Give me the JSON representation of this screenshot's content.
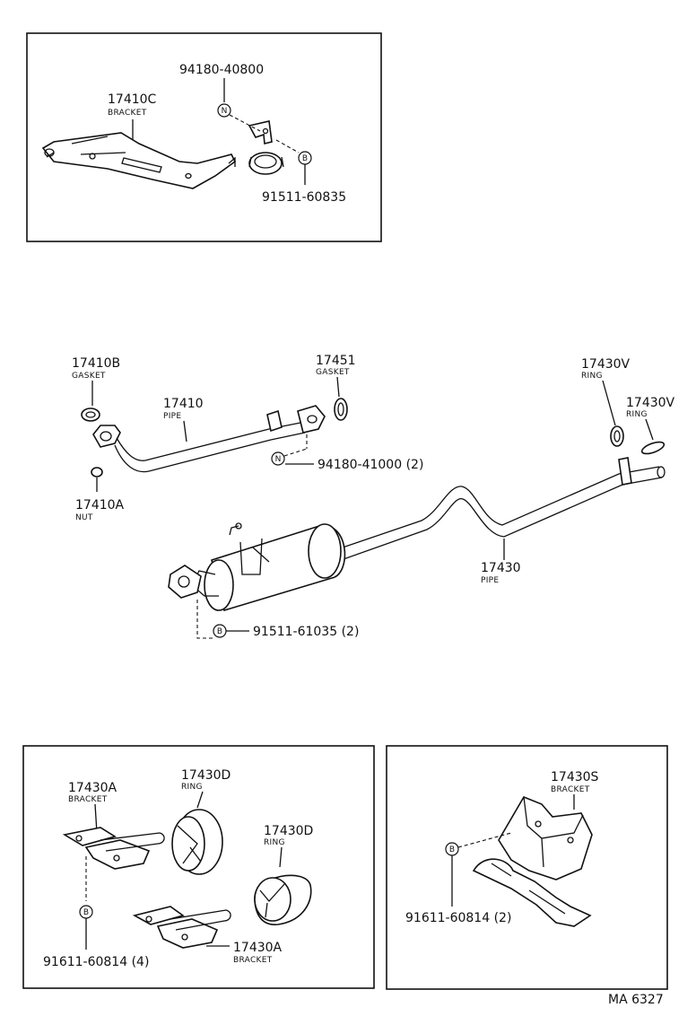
{
  "top_box": {
    "bracket_c": {
      "part": "17410C",
      "name": "BRACKET"
    },
    "nut_part": "94180-40800",
    "bolt_part": "91511-60835"
  },
  "middle": {
    "gasket_b": {
      "part": "17410B",
      "name": "GASKET"
    },
    "pipe": {
      "part": "17410",
      "name": "PIPE"
    },
    "gasket_51": {
      "part": "17451",
      "name": "GASKET"
    },
    "nut_2": "94180-41000 (2)",
    "nut_a": {
      "part": "17410A",
      "name": "NUT"
    },
    "ring_v1": {
      "part": "17430V",
      "name": "RING"
    },
    "ring_v2": {
      "part": "17430V",
      "name": "RING"
    },
    "pipe_main": {
      "part": "17430",
      "name": "PIPE"
    },
    "bolt_2": "91511-61035 (2)"
  },
  "bottom_left": {
    "bracket_a1": {
      "part": "17430A",
      "name": "BRACKET"
    },
    "ring_d1": {
      "part": "17430D",
      "name": "RING"
    },
    "ring_d2": {
      "part": "17430D",
      "name": "RING"
    },
    "bracket_a2": {
      "part": "17430A",
      "name": "BRACKET"
    },
    "bolt_4": "91611-60814 (4)"
  },
  "bottom_right": {
    "bracket_s": {
      "part": "17430S",
      "name": "BRACKET"
    },
    "bolt_2b": "91611-60814 (2)"
  },
  "symbols": {
    "nut": "N",
    "bolt": "B"
  },
  "diagram_code": "MA 6327"
}
